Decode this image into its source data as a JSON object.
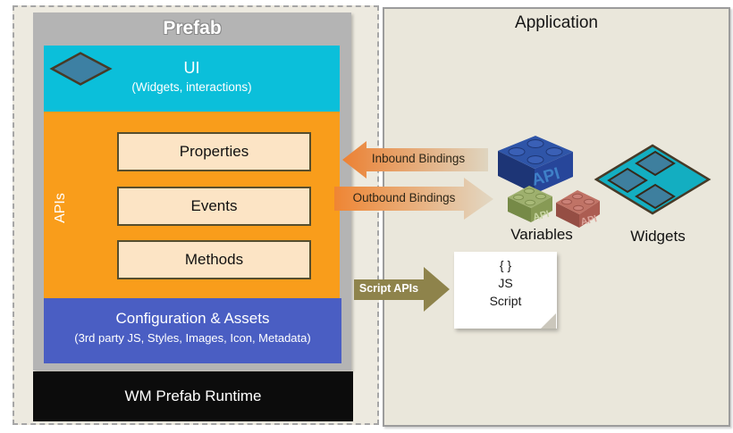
{
  "prefab_panel": {
    "title": "Prefab",
    "ui_block": {
      "title": "UI",
      "subtitle": "(Widgets, interactions)"
    },
    "apis_block": {
      "label": "APIs",
      "boxes": [
        {
          "label": "Properties"
        },
        {
          "label": "Events"
        },
        {
          "label": "Methods"
        }
      ]
    },
    "configuration_block": {
      "title": "Configuration & Assets",
      "subtitle": "(3rd party JS, Styles, Images, Icon, Metadata)"
    },
    "runtime_block": {
      "label": "WM Prefab Runtime"
    }
  },
  "application_panel": {
    "title": "Application",
    "variables_group": {
      "label": "Variables",
      "brick_text": "API"
    },
    "widgets_group": {
      "label": "Widgets"
    },
    "script_note": {
      "line1": "{ }",
      "line2": "JS",
      "line3": "Script"
    }
  },
  "connectors": {
    "inbound": {
      "label": "Inbound Bindings",
      "direction": "left"
    },
    "outbound": {
      "label": "Outbound Bindings",
      "direction": "right"
    },
    "script": {
      "label": "Script APIs",
      "direction": "right"
    }
  },
  "colors": {
    "ui_cyan": "#0BBFDA",
    "apis_orange": "#F99D1B",
    "api_box_peach": "#FCE4C5",
    "config_blue": "#4A5EC3",
    "runtime_black": "#0C0C0C",
    "prefab_gray": "#B4B4B4",
    "panel_beige": "#EAE7DB",
    "binding_arrow_orange": "#EE8433",
    "binding_arrow_beige": "#E0D5C0",
    "script_arrow_olive": "#8E834B",
    "widgets_teal": "#13AEC1",
    "diamond_steel_blue": "#3D80A3",
    "brick_blue": "#2F55A8",
    "brick_green": "#9EB06E",
    "brick_red": "#C07366"
  }
}
